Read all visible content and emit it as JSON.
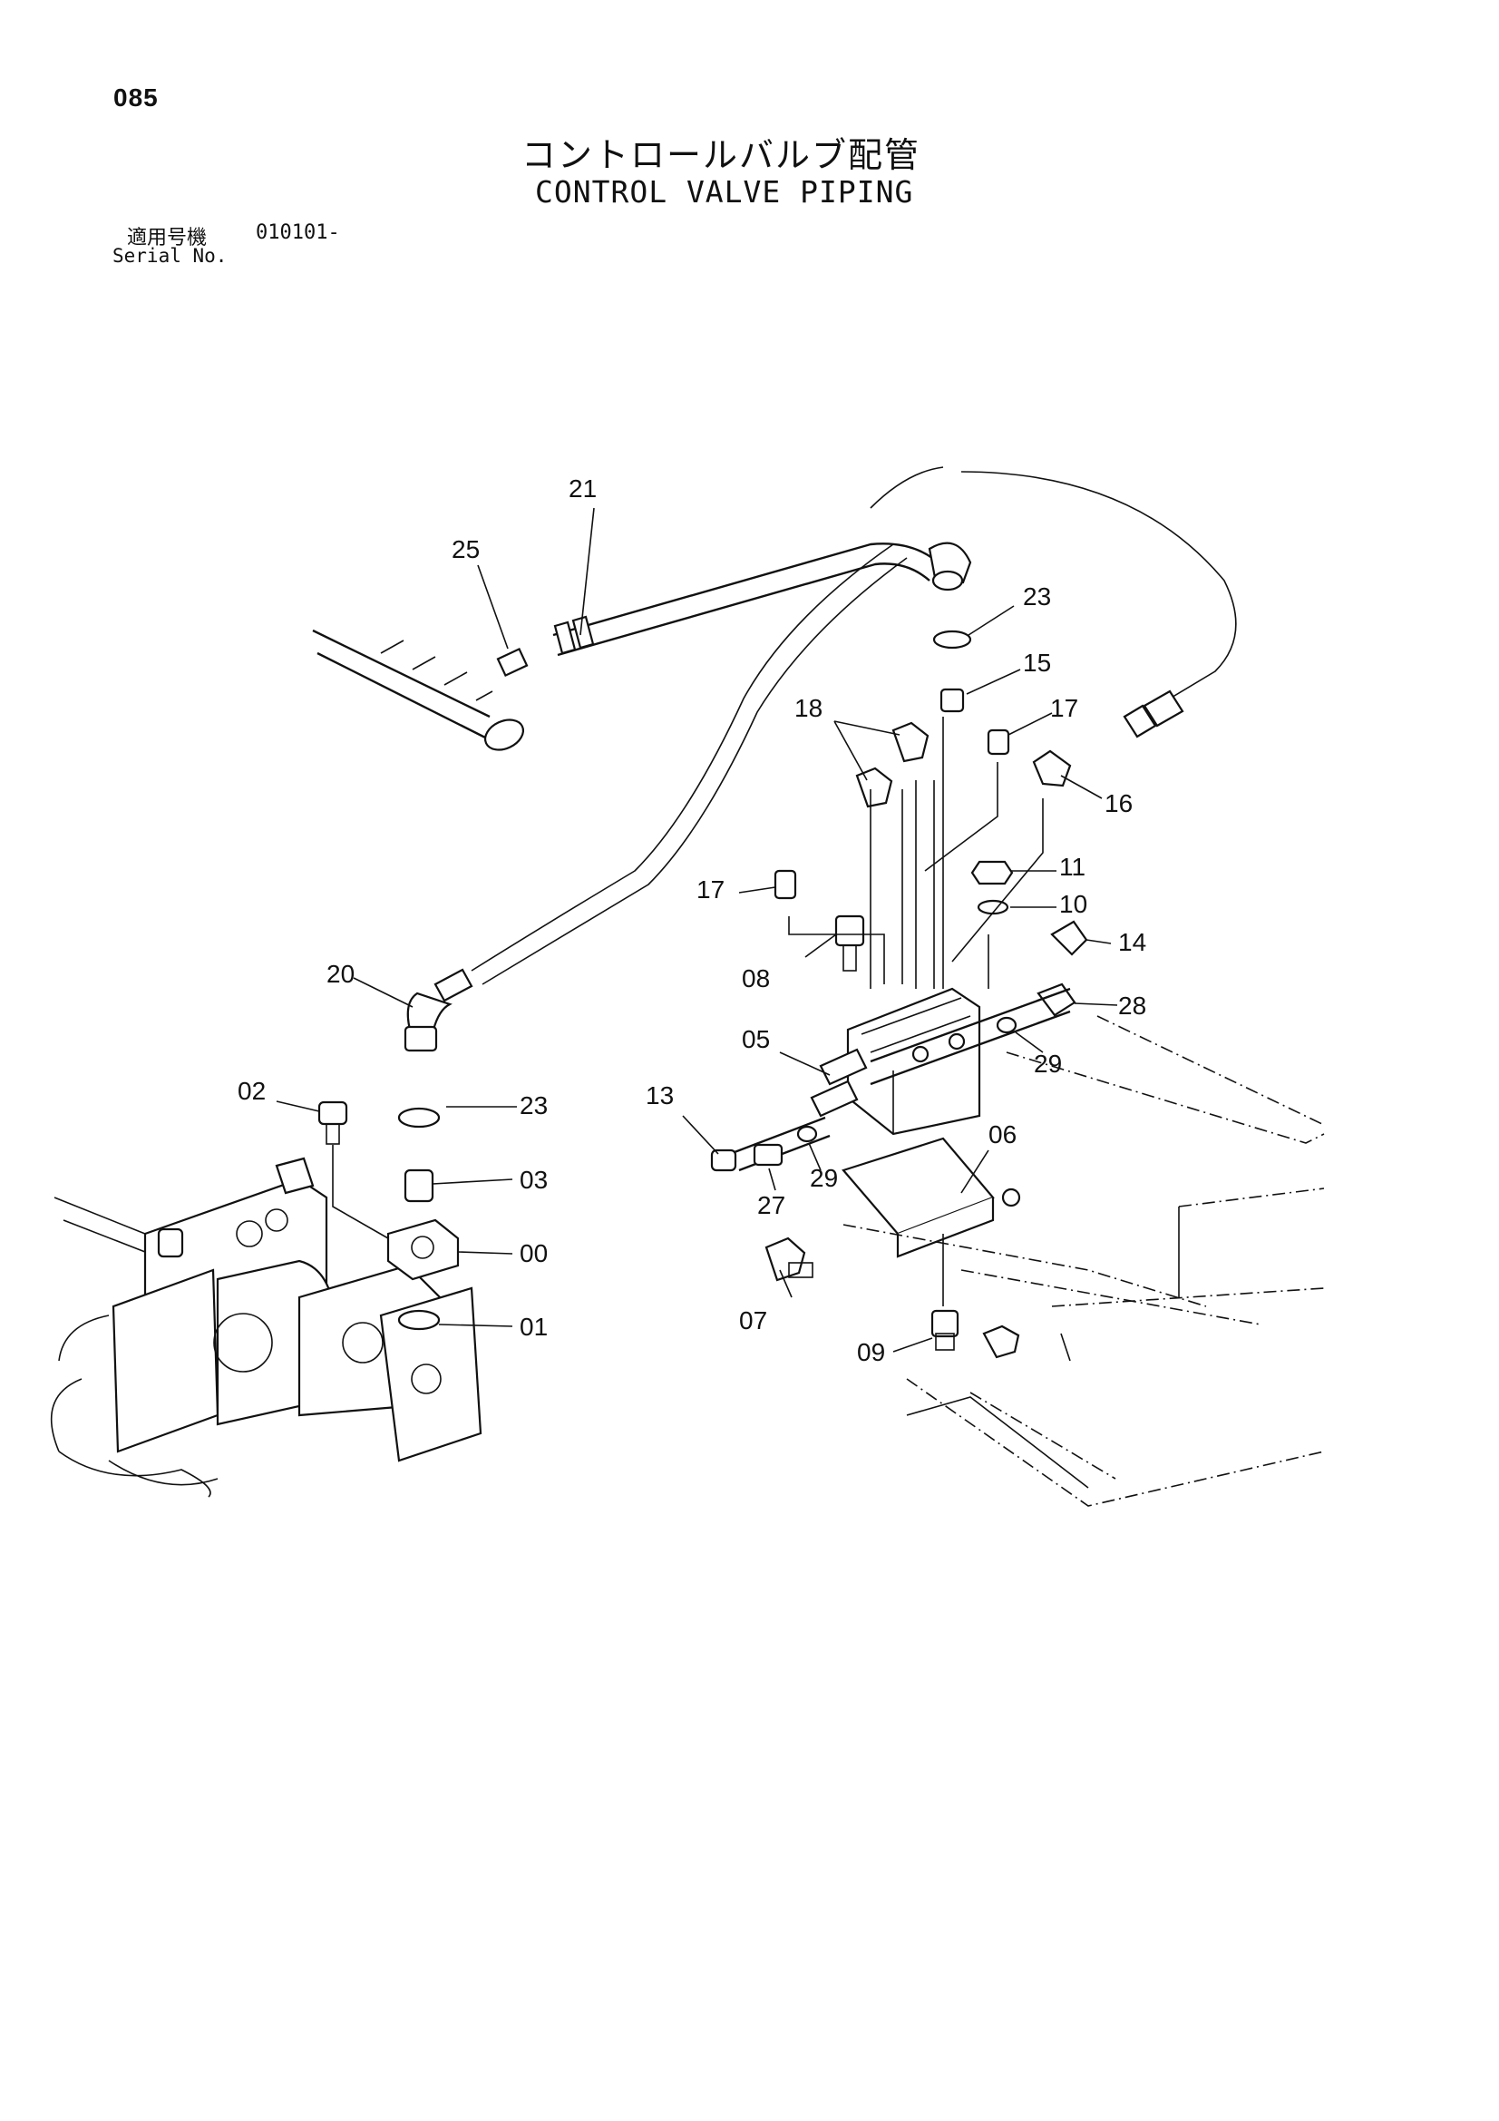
{
  "header": {
    "page_number": "085",
    "title_jp": "コントロールバルブ配管",
    "title_en": "CONTROL VALVE PIPING",
    "serial_label_jp": "適用号機",
    "serial_range": "010101-",
    "serial_label_en": "Serial No."
  },
  "callouts": {
    "c00": "00",
    "c01": "01",
    "c02": "02",
    "c03": "03",
    "c05": "05",
    "c06": "06",
    "c07": "07",
    "c08": "08",
    "c09": "09",
    "c10": "10",
    "c11": "11",
    "c13": "13",
    "c14": "14",
    "c15": "15",
    "c16": "16",
    "c17a": "17",
    "c17b": "17",
    "c18": "18",
    "c20": "20",
    "c21": "21",
    "c23a": "23",
    "c23b": "23",
    "c25": "25",
    "c27": "27",
    "c28": "28",
    "c29a": "29",
    "c29b": "29"
  }
}
